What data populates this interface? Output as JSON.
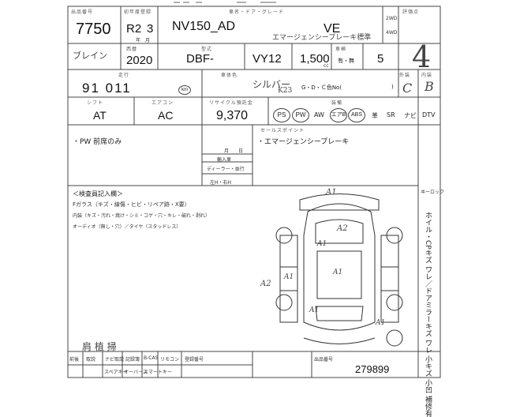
{
  "header": {
    "lot_no_label": "出品番号",
    "lot_no": "7750",
    "first_reg_label": "初年度登録",
    "year": "R2",
    "month": "3",
    "car_name_label": "車名・ドア・グレード",
    "model": "NV150_AD",
    "grade": "VE",
    "grade_note": "エマージェンシーブレーキ標準",
    "drive_2wd": "2WD",
    "drive_4wd": "4WD",
    "score_label": "評価点",
    "score": "4",
    "maker": "ブレイン"
  },
  "row2": {
    "year_label": "西暦",
    "year": "2020",
    "type_label": "型式",
    "type_prefix": "DBF-",
    "type_code": "VY12",
    "cc": "1,500",
    "cc_unit": "cc",
    "cert_label": "車検",
    "tax": "有・無",
    "seats": "5"
  },
  "row3": {
    "mileage_label": "走行",
    "mileage": "91 011",
    "mileage_unit": "km",
    "color_label": "車体色",
    "color": "シルバー",
    "color_code": "K23",
    "gd_label": "G・D・Ｃ色No(",
    "gd_end": ")",
    "ext_label": "外装",
    "int_label": "内装",
    "ext_grade": "C",
    "int_grade": "B"
  },
  "row4": {
    "shift_label": "シフト",
    "shift": "AT",
    "ac_label": "エアコン",
    "ac": "AC",
    "recycle_label": "リサイクル預託金",
    "recycle": "9,370",
    "equip_label": "装備",
    "equip": [
      "PS",
      "PW",
      "AW",
      "エアB",
      "ABS",
      "革",
      "SR",
      "ナビ",
      "DTV"
    ]
  },
  "notes": {
    "left": "・PW 前席のみ",
    "sales_point_label": "セールスポイント",
    "sales_point": "・エマージェンシーブレーキ",
    "import_label": "輸入車",
    "dealer_label": "ディーラー・並行",
    "hand_label": "左H・右H",
    "month_day": "月　　日"
  },
  "inspection": {
    "title": "＜検査員記入欄＞",
    "line1": "Fガラス（キズ・線傷・ヒビ・リペア跡・X要）",
    "line2": "内装（キズ・汚れ・焼け・シミ・コゲ・穴・キレ・破れ・剥れ）",
    "line3": "オーディオ（無し・穴）／タイヤ（スタッドレス）",
    "side_note": "ホイル・CPキズ ワレ／ドアミラーキズ ワレ 小キズ 小凹 補修有",
    "marks": [
      "A1",
      "A2",
      "A1",
      "A1",
      "A1",
      "A2",
      "A1",
      "A1"
    ],
    "bottom_left": "前後",
    "bottom_hand": "肩 植 掃",
    "corner": "ヰーロック"
  },
  "footer": {
    "cols": [
      "取説",
      "ナビ取説",
      "記録簿",
      "B-CAS",
      "リモコン"
    ],
    "row2": [
      "スペアキー",
      "オーバース",
      "スマートキー"
    ],
    "reg_label": "登録番号",
    "stock_label": "出品番号",
    "stock_no": "279899"
  }
}
